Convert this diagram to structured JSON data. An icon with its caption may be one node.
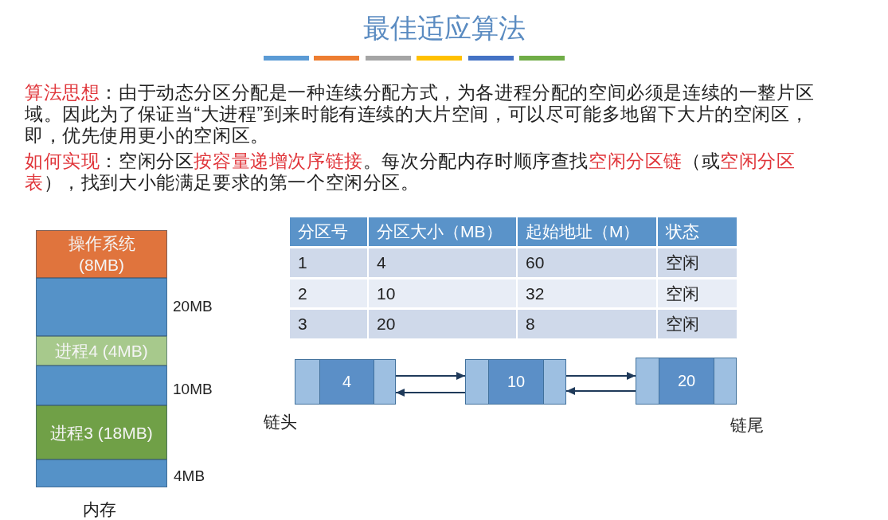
{
  "diagram": {
    "title": "最佳适应算法",
    "nodes": [
      {
        "text": [
          "操作系统 (8MB)"
        ]
      },
      {
        "text": [],
        "shape": "bar",
        "beside": [
          "20MB"
        ]
      },
      {
        "text": [
          "进程4 (4MB)"
        ]
      },
      {
        "text": [],
        "shape": "bar",
        "beside": [
          "10MB"
        ]
      },
      {
        "text": [
          "进程3 (18MB)"
        ]
      },
      {
        "text": [],
        "shape": "bar",
        "beside": [
          "4MB"
        ]
      },
      {
        "text": [
          "4"
        ],
        "beside": [
          "链头"
        ]
      },
      {
        "text": [
          "10"
        ]
      },
      {
        "text": [
          "20"
        ],
        "beside": [
          "链尾"
        ]
      }
    ],
    "edges": [
      {
        "from": 6,
        "to": 7,
        "arrow": "to"
      },
      {
        "from": 7,
        "to": 6,
        "arrow": "to"
      },
      {
        "from": 7,
        "to": 8,
        "arrow": "to"
      },
      {
        "from": 8,
        "to": 7,
        "arrow": "to"
      }
    ],
    "labels": [
      "**算法思想**：由于动态分区分配是一种连续分配方式，为各进程分配的空间必须是连续的一整片区域。因此为了保证当“大进程”到来时能有连续的大片空间，可以尽可能多地留下大片的空闲区，即，优先使用更小的空闲区。",
      "**如何实现**：空闲分区**按容量递增次序链接**。每次分配内存时顺序查找**空闲分区链**（或**空闲分区表**），找到大小能满足要求的第一个空闲分区。",
      "分区号",
      "分区大小（MB）",
      "起始地址（M）",
      "状态",
      "1",
      "4",
      "60",
      "空闲",
      "2",
      "10",
      "32",
      "空闲",
      "3",
      "20",
      "8",
      "空闲",
      "内存"
    ]
  }
}
